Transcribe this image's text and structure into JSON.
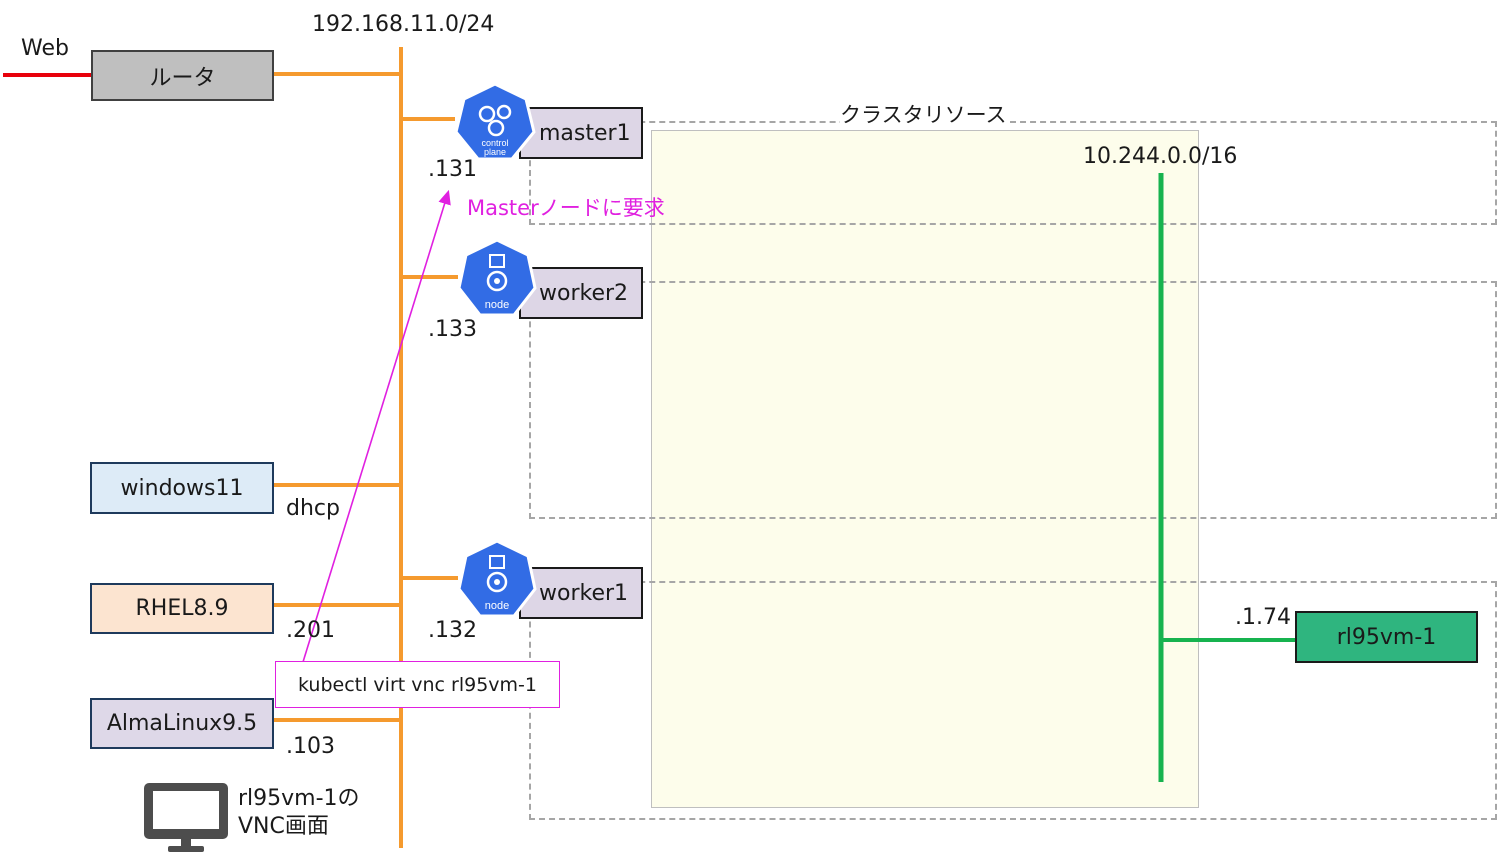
{
  "network": {
    "subnet": "192.168.11.0/24",
    "web_label": "Web"
  },
  "router": {
    "label": "ルータ"
  },
  "cluster": {
    "title": "クラスタリソース",
    "pod_subnet": "10.244.0.0/16",
    "vm": {
      "label": "rl95vm-1",
      "ip": ".1.74"
    }
  },
  "nodes": [
    {
      "name": "master1",
      "ip": ".131",
      "icon_text": [
        "control",
        "plane"
      ]
    },
    {
      "name": "worker2",
      "ip": ".133",
      "icon_text": [
        "node"
      ]
    },
    {
      "name": "worker1",
      "ip": ".132",
      "icon_text": [
        "node"
      ]
    }
  ],
  "hosts": [
    {
      "name": "windows11",
      "ip": "dhcp"
    },
    {
      "name": "RHEL8.9",
      "ip": ".201"
    },
    {
      "name": "AlmaLinux9.5",
      "ip": ".103"
    }
  ],
  "annotation": {
    "request_label": "Masterノードに要求",
    "command": "kubectl virt vnc rl95vm-1"
  },
  "monitor": {
    "line1": "rl95vm-1の",
    "line2": "VNC画面"
  },
  "colors": {
    "lan": "#f59a2e",
    "web": "#e8000b",
    "pod_network": "#17b34f",
    "annotation": "#e020e0",
    "k8s_blue": "#326ce5"
  }
}
